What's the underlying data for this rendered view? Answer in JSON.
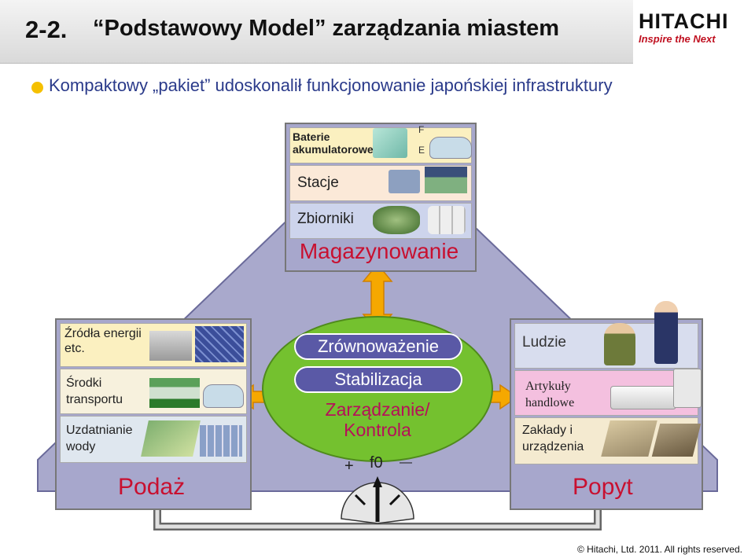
{
  "header": {
    "number": "2-2.",
    "title": "“Podstawowy Model” zarządzania miastem",
    "logo_main": "HITACHI",
    "logo_tagline": "Inspire the Next"
  },
  "bullet": "Kompaktowy „pakiet” udoskonalił funkcjonowanie japońskiej infrastruktury",
  "storage": {
    "title": "Magazynowanie",
    "items": [
      "Baterie akumulatorowe",
      "Stacje",
      "Zbiorniki"
    ],
    "fe_f": "F",
    "fe_e": "E"
  },
  "supply": {
    "title": "Podaż",
    "items": [
      "Źródła energii etc.",
      "Środki transportu",
      "Uzdatnianie wody"
    ]
  },
  "demand": {
    "title": "Popyt",
    "items": [
      "Ludzie",
      "Artykuły handlowe",
      "Zakłady i urządzenia"
    ]
  },
  "center": {
    "items": [
      "Zrównoważenie",
      "Stabilizacja",
      "Zarządzanie/ Kontrola"
    ],
    "gauge_label": "f0",
    "plus": "+",
    "minus": "—"
  },
  "copyright": "© Hitachi, Ltd. 2011. All rights reserved.",
  "colors": {
    "triangle": "#a9a9cc",
    "panel": "#a7a7cc",
    "row_yellow": "#fbf0c0",
    "row_pink": "#f4c0df",
    "ellipse": "#74c12f",
    "pill": "#5a59a6",
    "red_text": "#c81030",
    "arrow": "#f5a800",
    "bullet": "#f5c000"
  }
}
